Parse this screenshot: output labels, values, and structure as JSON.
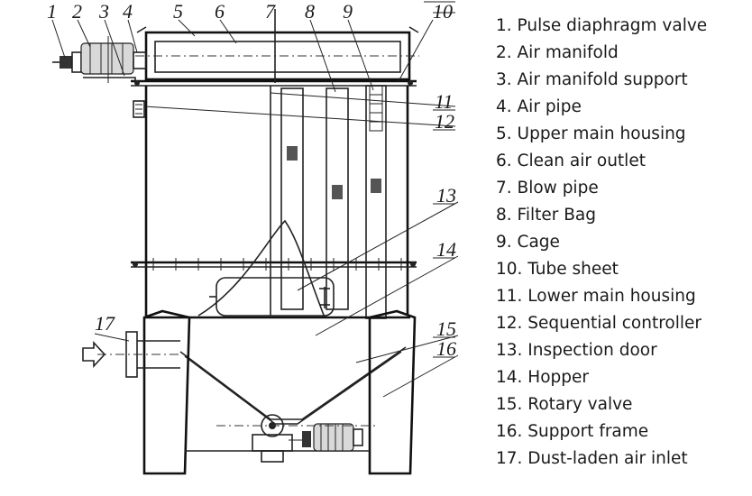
{
  "legend": [
    {
      "number": "1",
      "label": "Pulse diaphragm valve"
    },
    {
      "number": "2",
      "label": "Air manifold"
    },
    {
      "number": "3",
      "label": "Air manifold support"
    },
    {
      "number": "4",
      "label": "Air pipe"
    },
    {
      "number": "5",
      "label": "Upper main housing"
    },
    {
      "number": "6",
      "label": "Clean air outlet"
    },
    {
      "number": "7",
      "label": "Blow pipe"
    },
    {
      "number": "8",
      "label": "Filter Bag"
    },
    {
      "number": "9",
      "label": "Cage"
    },
    {
      "number": "10",
      "label": "Tube sheet"
    },
    {
      "number": "11",
      "label": "Lower main housing"
    },
    {
      "number": "12",
      "label": "Sequential controller"
    },
    {
      "number": "13",
      "label": "Inspection door"
    },
    {
      "number": "14",
      "label": "Hopper"
    },
    {
      "number": "15",
      "label": "Rotary valve"
    },
    {
      "number": "16",
      "label": "Support frame"
    },
    {
      "number": "17",
      "label": "Dust-laden air inlet"
    }
  ],
  "legend_text": [
    "1. Pulse diaphragm valve",
    "2. Air manifold",
    "3. Air manifold support",
    "4. Air pipe",
    "5. Upper main housing",
    "6. Clean air outlet",
    "7. Blow pipe",
    "8. Filter Bag",
    "9. Cage",
    "10. Tube sheet",
    "11. Lower main housing",
    "12. Sequential controller",
    "13. Inspection door",
    "14. Hopper",
    "15. Rotary valve",
    "16. Support frame",
    "17. Dust-laden air inlet"
  ]
}
